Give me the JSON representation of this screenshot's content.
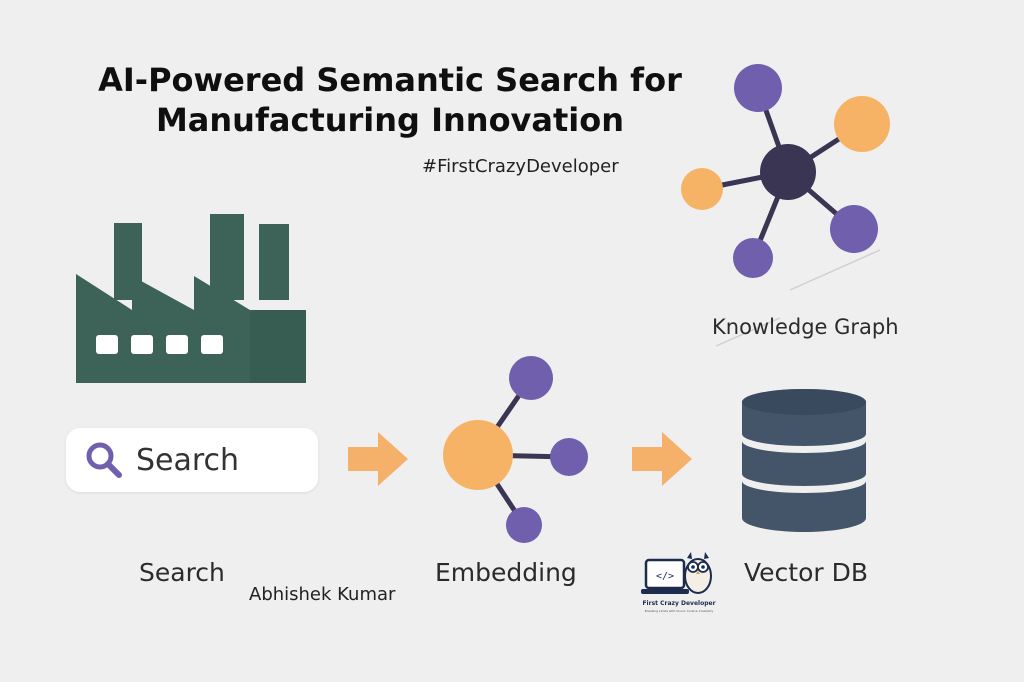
{
  "title": {
    "line1": "AI-Powered Semantic Search for",
    "line2": "Manufacturing Innovation"
  },
  "hashtag": "#FirstCrazyDeveloper",
  "knowledge_graph": {
    "label": "Knowledge Graph"
  },
  "search_box": {
    "text": "Search",
    "icon": "search-icon"
  },
  "labels": {
    "search": "Search",
    "embedding": "Embedding",
    "vector_db": "Vector DB"
  },
  "author": "Abhishek Kumar",
  "logo": {
    "name": "First Crazy Developer",
    "tagline": "Breaking Limits with Cloud, Code & Creativity"
  },
  "colors": {
    "background": "#efefef",
    "factory": "#3d6358",
    "purple": "#6f5fad",
    "orange": "#f6b366",
    "hub": "#3b3554",
    "database": "#44556a",
    "arrow": "#f5b06a"
  }
}
